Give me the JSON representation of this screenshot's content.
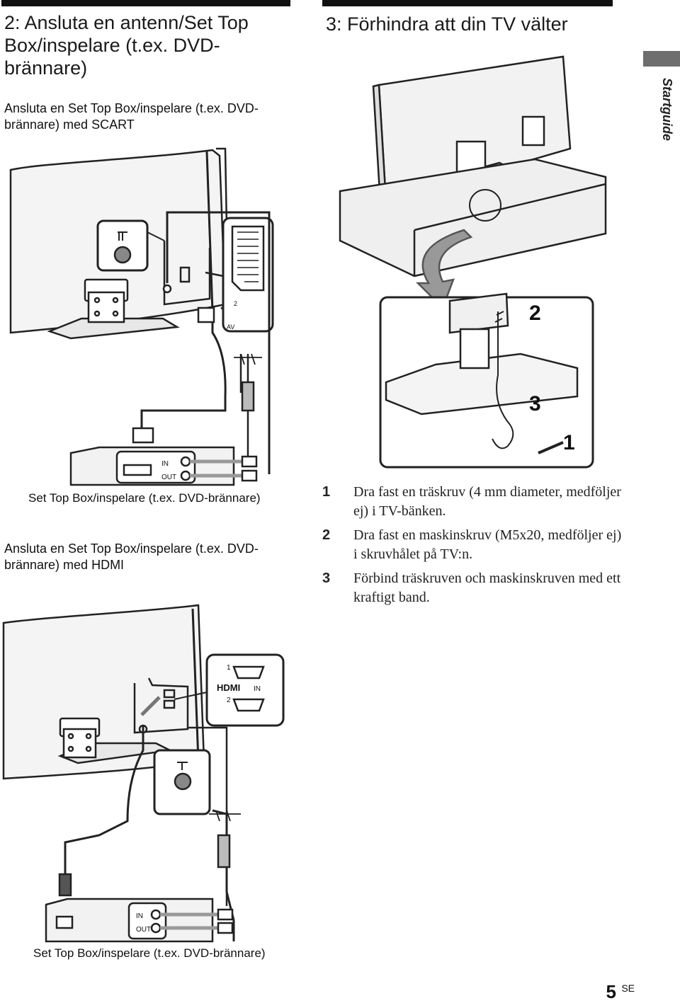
{
  "left": {
    "heading": "2: Ansluta en antenn/Set Top Box/inspelare (t.ex. DVD-brännare)",
    "scart_subheading": "Ansluta en Set Top Box/inspelare (t.ex. DVD-brännare) med SCART",
    "scart_caption": "Set Top Box/inspelare (t.ex. DVD-brännare)",
    "hdmi_subheading": "Ansluta en Set Top Box/inspelare (t.ex. DVD-brännare) med HDMI",
    "hdmi_caption": "Set Top Box/inspelare (t.ex. DVD-brännare)"
  },
  "right": {
    "heading": "3: Förhindra att din TV välter",
    "steps": [
      {
        "num": "1",
        "text": "Dra fast en träskruv (4 mm diameter, medföljer ej) i TV-bänken."
      },
      {
        "num": "2",
        "text": "Dra fast en maskinskruv (M5x20, medföljer ej) i skruvhålet på TV:n."
      },
      {
        "num": "3",
        "text": "Förbind träskruven och maskinskruven med ett kraftigt band."
      }
    ]
  },
  "side_label": "Startguide",
  "diagram_labels": {
    "in": "IN",
    "out": "OUT",
    "av": "AV",
    "scart_num": "2",
    "hdmi_logo": "HDMI",
    "hdmi_in": "IN",
    "hdmi_port1": "1",
    "hdmi_port2": "2",
    "callout1": "1",
    "callout2": "2",
    "callout3": "3"
  },
  "page_number": "5",
  "page_lang": "SE"
}
